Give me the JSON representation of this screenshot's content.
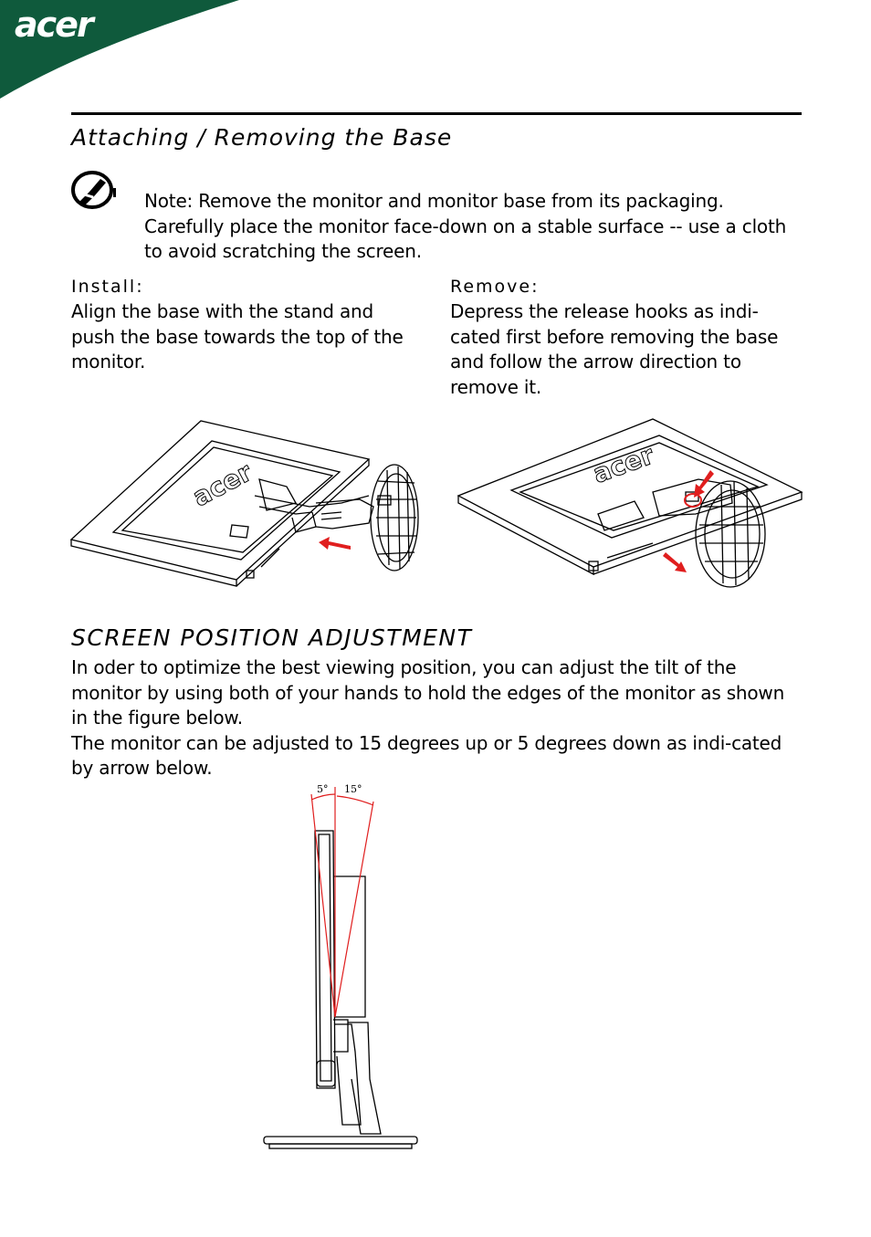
{
  "header": {
    "logo_text": "acer",
    "brand_color": "#0f5a3c"
  },
  "section1": {
    "title": "Attaching / Removing the Base",
    "note_icon": "note-pen-icon",
    "note_text": "Note: Remove the monitor and monitor base from its packaging. Carefully place the monitor face-down on a stable surface -- use a cloth to avoid scratching the screen.",
    "install": {
      "label": "Install:",
      "text": "Align the base with the stand and push the base towards the top of the monitor."
    },
    "remove": {
      "label": "Remove:",
      "text": "Depress the release hooks as indi-cated first before removing the base and follow the arrow direction to remove it."
    },
    "figure_logo_text": "acer",
    "arrow_color": "#e01e1e"
  },
  "section2": {
    "title": "SCREEN POSITION ADJUSTMENT",
    "paragraph1": "In oder to optimize the best viewing position, you can adjust the tilt of the monitor by using both of your hands to hold the edges of the monitor as shown in the figure below.",
    "paragraph2": "The monitor can be adjusted to 15 degrees up or 5 degrees down as indi-cated by arrow below.",
    "angle_down": "5°",
    "angle_up": "15°"
  }
}
